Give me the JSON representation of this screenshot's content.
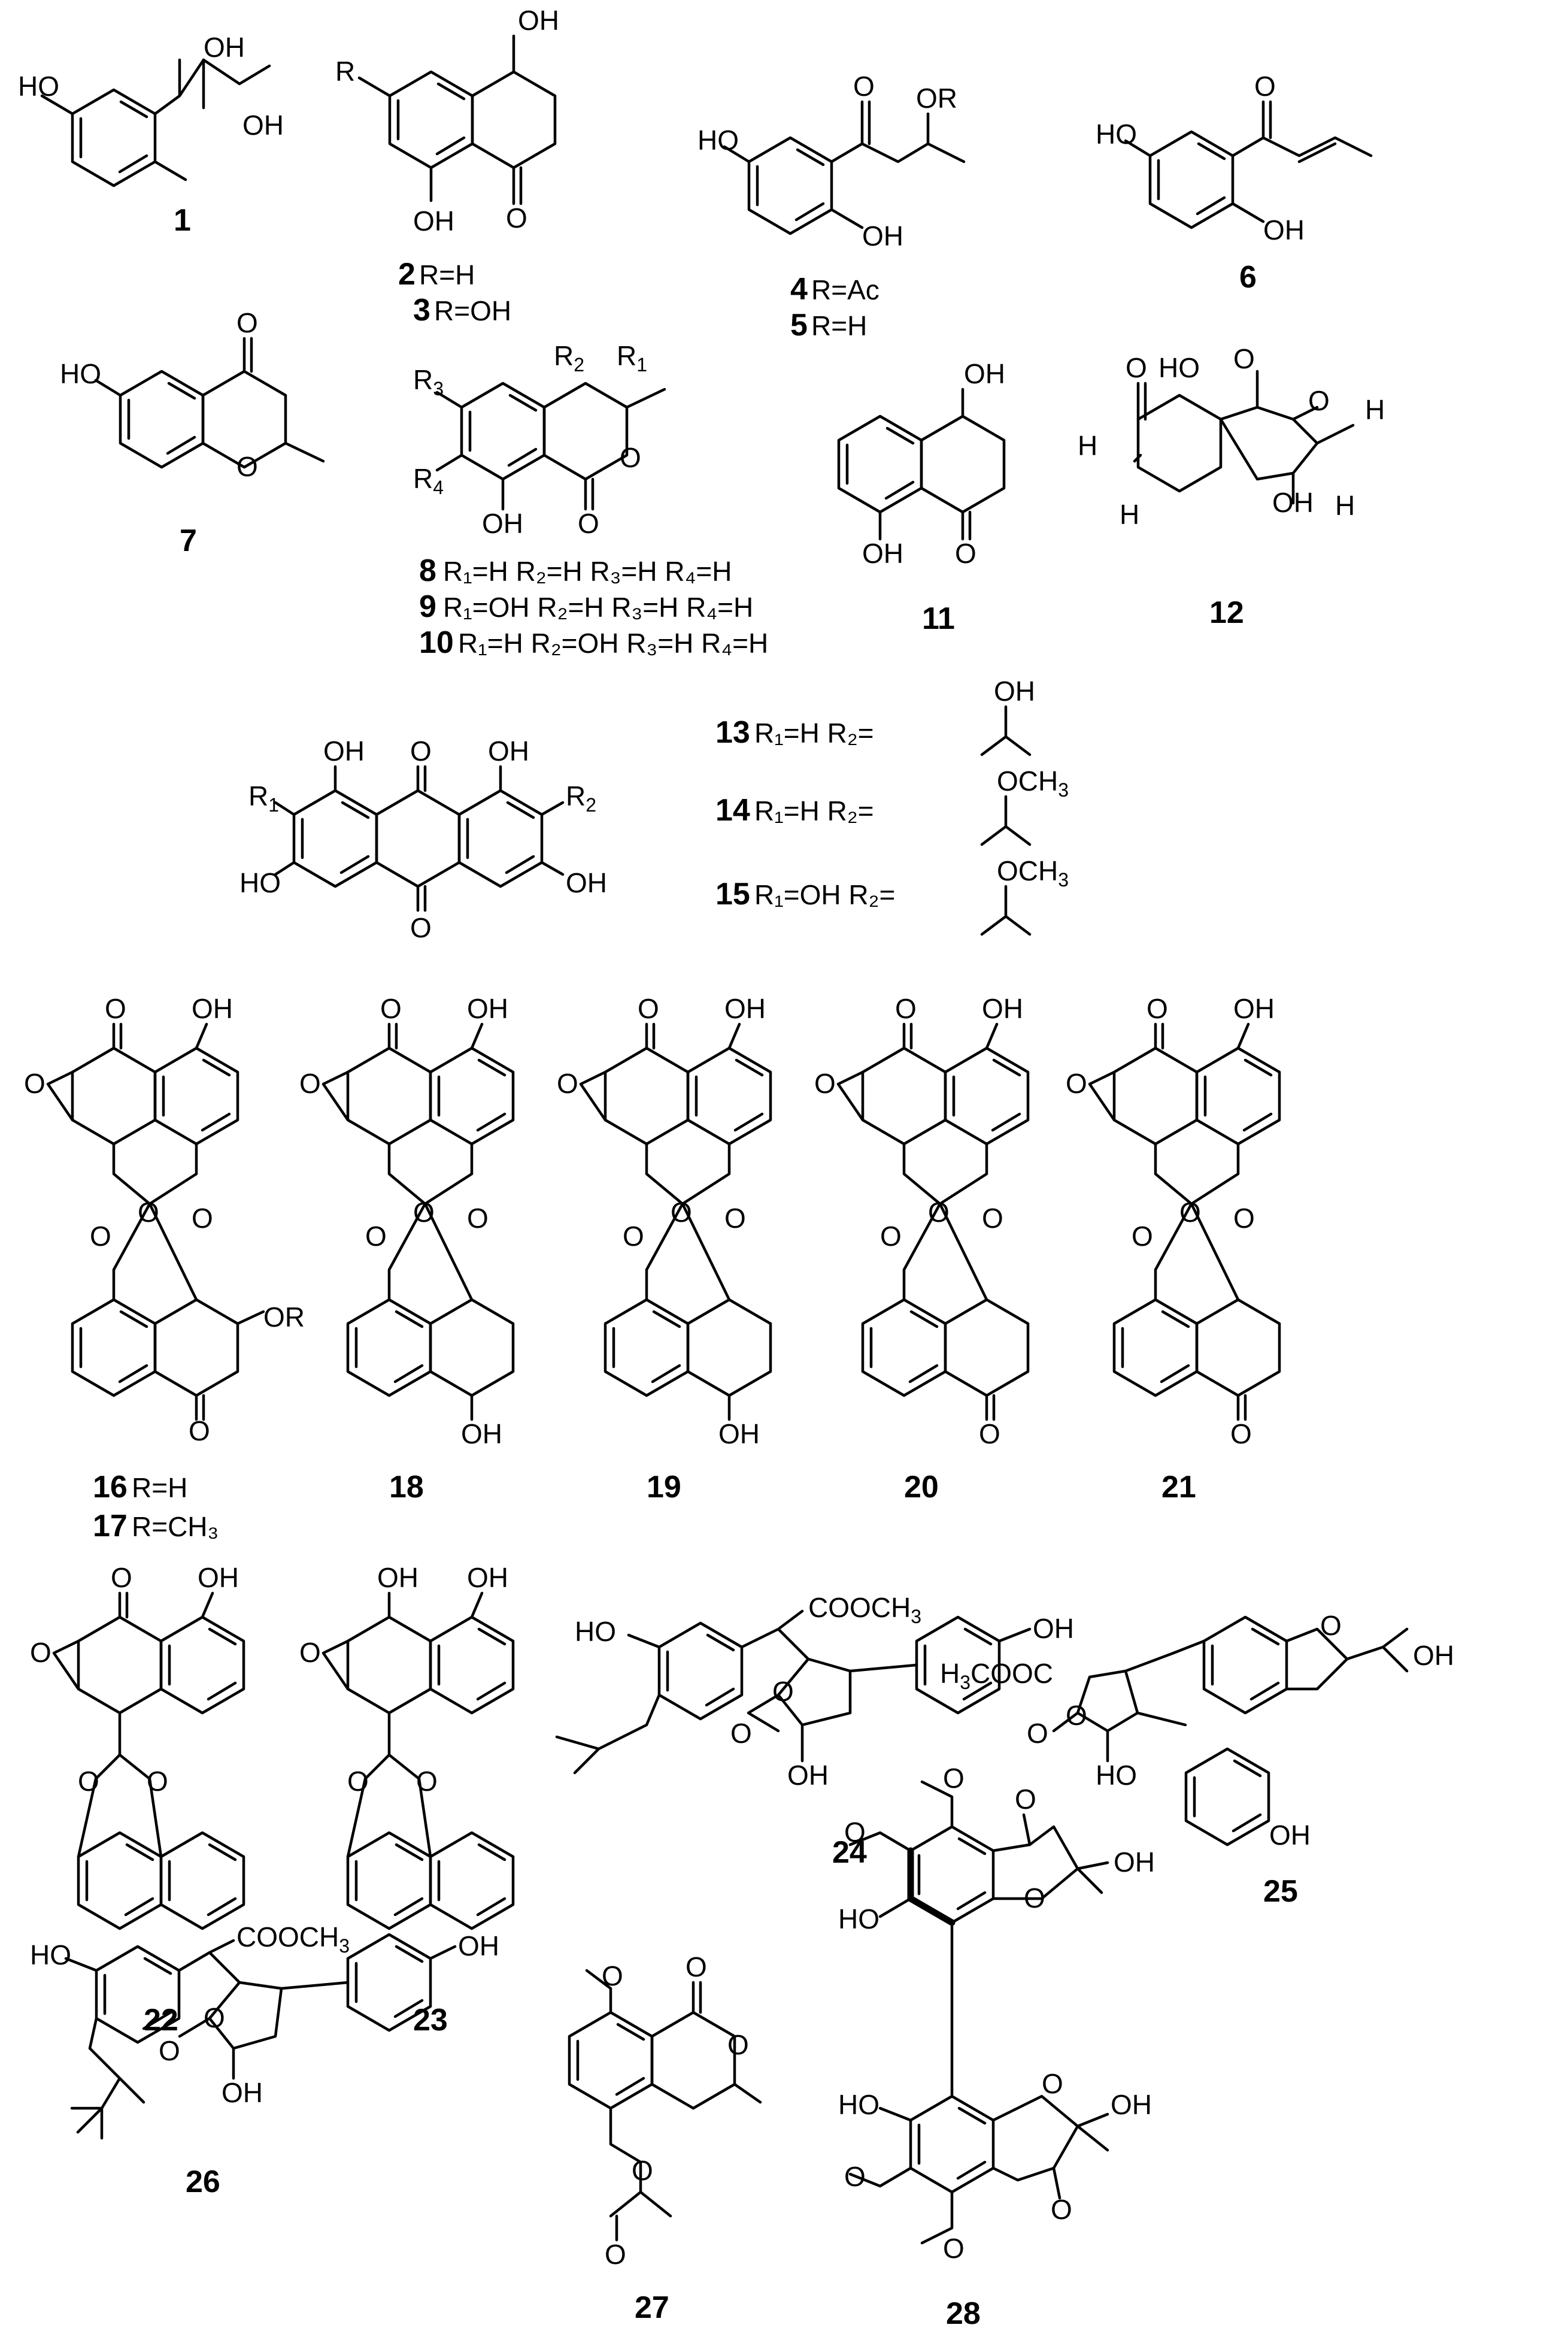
{
  "atom_labels": {
    "OH": "OH",
    "HO": "HO",
    "O": "O",
    "R": "R",
    "OR": "OR",
    "H": "H",
    "R1": "R",
    "R2": "R",
    "R3": "R",
    "R4": "R",
    "OCH": "OCH",
    "COOCH": "COOCH",
    "HC_COOC": "COOC",
    "sub1": "1",
    "sub2": "2",
    "sub3": "3",
    "sub4": "4",
    "H3": "H"
  },
  "compounds": {
    "c1": {
      "number": "1"
    },
    "c2": {
      "number": "2",
      "variant": "R=H"
    },
    "c3": {
      "number": "3",
      "variant": "R=OH"
    },
    "c4": {
      "number": "4",
      "variant": "R=Ac"
    },
    "c5": {
      "number": "5",
      "variant": "R=H"
    },
    "c6": {
      "number": "6"
    },
    "c7": {
      "number": "7"
    },
    "c8": {
      "number": "8",
      "variant": "R₁=H R₂=H R₃=H R₄=H"
    },
    "c9": {
      "number": "9",
      "variant": "R₁=OH R₂=H R₃=H R₄=H"
    },
    "c10": {
      "number": "10",
      "variant": "R₁=H R₂=OH R₃=H R₄=H"
    },
    "c11": {
      "number": "11"
    },
    "c12": {
      "number": "12"
    },
    "c13": {
      "number": "13",
      "variant": "R₁=H R₂="
    },
    "c14": {
      "number": "14",
      "variant": "R₁=H R₂="
    },
    "c15": {
      "number": "15",
      "variant": "R₁=OH R₂="
    },
    "c16": {
      "number": "16",
      "variant": "R=H"
    },
    "c17": {
      "number": "17",
      "variant": "R=CH₃"
    },
    "c18": {
      "number": "18"
    },
    "c19": {
      "number": "19"
    },
    "c20": {
      "number": "20"
    },
    "c21": {
      "number": "21"
    },
    "c22": {
      "number": "22"
    },
    "c23": {
      "number": "23"
    },
    "c24": {
      "number": "24"
    },
    "c25": {
      "number": "25"
    },
    "c26": {
      "number": "26"
    },
    "c27": {
      "number": "27"
    },
    "c28": {
      "number": "28"
    }
  }
}
